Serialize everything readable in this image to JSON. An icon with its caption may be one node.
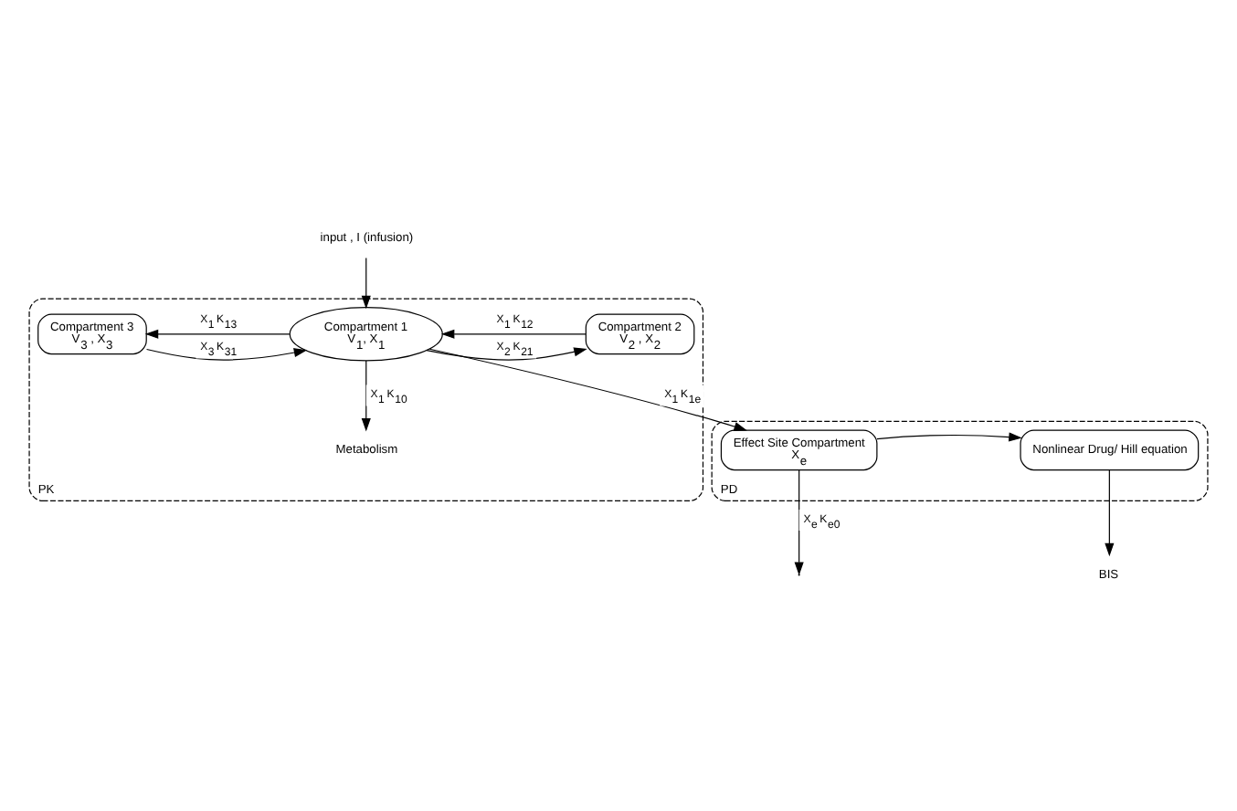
{
  "diagram": {
    "nodes": [
      {
        "text": [
          "PK"
        ]
      },
      {
        "text": [
          "Compartment 1",
          "V$_{1}$, X$_{1}$"
        ],
        "in": 0
      },
      {
        "text": [
          "Compartment 2",
          "V$_{2}$ , X$_{2}$"
        ],
        "in": 0
      },
      {
        "text": [
          "Compartment 3",
          "V$_{3}$ , X$_{3}$"
        ],
        "in": 0
      },
      {
        "text": [
          "input , I (infusion)"
        ]
      },
      {
        "text": [
          "Metabolism"
        ],
        "in": 0
      },
      {
        "text": [
          "PD"
        ]
      },
      {
        "text": [
          "Effect Site Compartment",
          "X$_{e}$"
        ],
        "in": 6
      },
      {
        "text": [
          "Nonlinear Drug/ Hill equation"
        ],
        "in": 6
      },
      {
        "text": [
          "BIS"
        ]
      }
    ],
    "edges": [
      {
        "from": 4,
        "to": 1,
        "arrow": "to"
      },
      {
        "from": 2,
        "to": 1,
        "arrow": "to",
        "label": "X$_{1}$ K$_{12}$"
      },
      {
        "from": 1,
        "to": 2,
        "arrow": "to",
        "label": "X$_{2}$ K$_{21}$"
      },
      {
        "from": 1,
        "to": 3,
        "arrow": "to",
        "label": "X$_{1}$ K$_{13}$"
      },
      {
        "from": 3,
        "to": 1,
        "arrow": "to",
        "label": "X$_{3}$ K$_{31}$"
      },
      {
        "from": 1,
        "to": 7,
        "arrow": "to",
        "label": "X$_{1}$ K$_{1e}$"
      },
      {
        "from": 1,
        "to": 5,
        "arrow": "to",
        "label": "X$_{1}$ K$_{10}$"
      },
      {
        "from": 7,
        "to": 8,
        "arrow": "to"
      },
      {
        "from": 8,
        "to": 9,
        "arrow": "to"
      },
      {
        "from": 7,
        "to": null,
        "arrow": "to",
        "label": "X$_{e}$ K$_{e0}$"
      }
    ]
  }
}
